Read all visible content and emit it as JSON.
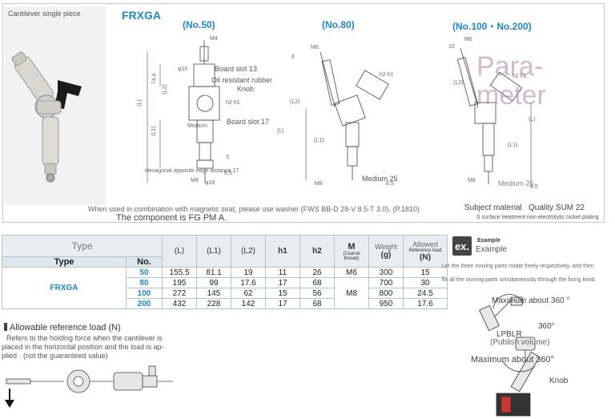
{
  "header": {
    "photo_caption": "Cantilever single piece",
    "model": "FRXGA"
  },
  "drawings": {
    "no50": {
      "title": "(No.50)",
      "labels": {
        "m4": "M4",
        "phi10": "φ10",
        "h2_h1": "h2 h1",
        "board_slot_13": "Board slot 13",
        "oil_rubber": "Oil resistant rubber",
        "knob": "Knob",
        "board_slot_17": "Board slot 17",
        "medium": "Medium",
        "hex17": "Hexagonal opposite edge distance 17",
        "dim_74_4": "74.4",
        "dim_l": "(L)",
        "dim_l1": "(L1)",
        "dim_l2": "(L2)",
        "dim_3": "3",
        "dim_6_5": "6.5",
        "m8": "M8",
        "phi18": "φ18"
      }
    },
    "no80": {
      "title": "(No.80)",
      "labels": {
        "m6": "M6",
        "dim_6": "6",
        "dim_l2": "(L2)",
        "dim_l": "(L)",
        "dim_l1": "(L1)",
        "h2_h1": "h2 h1",
        "medium": "Medium 25",
        "m8": "M8",
        "dim_8_5": "8.5"
      }
    },
    "no100_200": {
      "title": "(No.100・No.200)",
      "labels": {
        "m6": "M6",
        "dim_10": "10",
        "dim_l2": "(L2)",
        "h2_h1": "h2 h1",
        "dim_l": "(L)",
        "dim_l1": "(L1)",
        "m8": "M8",
        "medium": "Medium 25",
        "dim_8_5": "8.5"
      }
    },
    "watermark": "Para-\nmeter",
    "bottom_note": "When used in combination with magnetic seat, please use washer (FWS BB-D 28-V 8.5-T 3.0). (P.1810)",
    "component_note": "The component is FG PM A.",
    "subject_material": "Subject material",
    "quality": "Quality SUM 22",
    "surface": "S surface treatment non-electrolytic nickel plating"
  },
  "table": {
    "head": {
      "type": "Type",
      "type_bold": "Type",
      "no": "No.",
      "L": "(L)",
      "L1": "(L1)",
      "L2": "(L2)",
      "h1": "h1",
      "h2": "h2",
      "M": "M",
      "M_sub": "(Coarse thread)",
      "weight": "Weight",
      "weight_unit": "(g)",
      "allowed": "Allowed",
      "allowed_sub": "Reference load",
      "allowed_unit": "(N)"
    },
    "type_value": "FRXGA",
    "rows": [
      {
        "no": "50",
        "L": "155.5",
        "L1": "81.1",
        "L2": "19",
        "h1": "11",
        "h2": "26",
        "M": "M6",
        "weight": "300",
        "allowed": "15"
      },
      {
        "no": "80",
        "L": "195",
        "L1": "99",
        "L2": "17.6",
        "h1": "17",
        "h2": "68",
        "M": "",
        "weight": "700",
        "allowed": "30"
      },
      {
        "no": "100",
        "L": "272",
        "L1": "145",
        "L2": "62",
        "h1": "15",
        "h2": "56",
        "M": "M8",
        "weight": "800",
        "allowed": "24.5"
      },
      {
        "no": "200",
        "L": "432",
        "L1": "228",
        "L2": "142",
        "h1": "17",
        "h2": "68",
        "M": "",
        "weight": "950",
        "allowed": "17.6"
      }
    ]
  },
  "example": {
    "badge": "ex.",
    "title_small": "Example",
    "title": "Example",
    "line1": "Let the three moving parts rotate freely respectively, and then",
    "line2": "fix all the moving parts simultaneously through the fixing knob.",
    "max1": "Maximum about 360 °",
    "deg360": "360°",
    "lpblr": "LPBLR",
    "publish": "(Publish volume)",
    "max2": "Maximum about 360°",
    "knob": "Knob"
  },
  "allowable": {
    "title": "Allowable reference load (N)",
    "l1": "Refers to the holding force when the cantilever is",
    "l2": "placed in the horizontal position and the load is ap-",
    "l3": "plied · (not the guaranteed value)"
  },
  "colors": {
    "accent": "#1e88c8",
    "table_header": "#e8edf1",
    "border": "#b8c4cc"
  }
}
